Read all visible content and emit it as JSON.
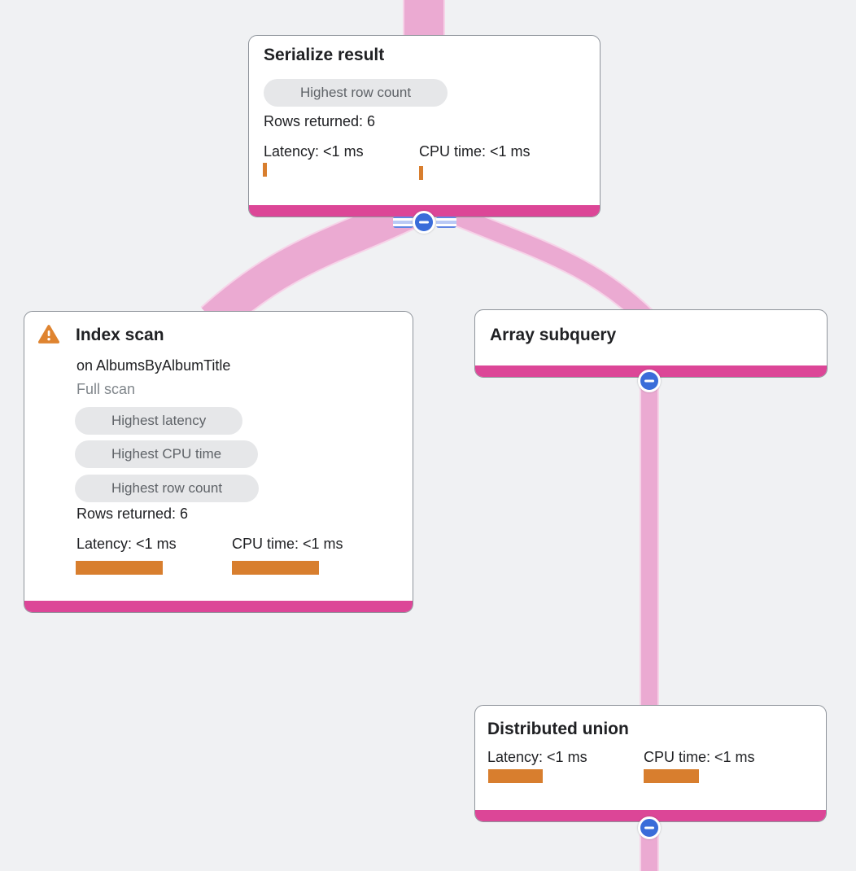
{
  "diagram": {
    "type": "query-execution-plan",
    "colors": {
      "background": "#f0f1f3",
      "node_accent_bar": "#dc4697",
      "edge_ribbon": "#ebaad2",
      "edge_ribbon_edge": "#f6d3e8",
      "metric_bar": "#d87e2e",
      "warning_icon": "#df8430",
      "collapse_button": "#3a6cd9",
      "badge_bg": "#e6e7e9",
      "badge_text": "#5f6368",
      "muted_text": "#80868b",
      "title_text": "#202124"
    },
    "nodes": {
      "serialize_result": {
        "title": "Serialize result",
        "badges": [
          "Highest row count"
        ],
        "rows_returned": "Rows returned: 6",
        "latency_label": "Latency: <1 ms",
        "cpu_label": "CPU time: <1 ms",
        "latency_bar_w": 5,
        "cpu_bar_w": 5
      },
      "index_scan": {
        "title": "Index scan",
        "subtitle": "on AlbumsByAlbumTitle",
        "scan_type": "Full scan",
        "badges": [
          "Highest latency",
          "Highest CPU time",
          "Highest row count"
        ],
        "rows_returned": "Rows returned: 6",
        "latency_label": "Latency: <1 ms",
        "cpu_label": "CPU time: <1 ms",
        "latency_bar_w": 107,
        "cpu_bar_w": 107
      },
      "array_subquery": {
        "title": "Array subquery"
      },
      "distributed_union": {
        "title": "Distributed union",
        "latency_label": "Latency: <1 ms",
        "cpu_label": "CPU time: <1 ms",
        "latency_bar_w": 67,
        "cpu_bar_w": 68
      }
    },
    "edges": [
      {
        "from": "offscreen-top",
        "to": "serialize_result"
      },
      {
        "from": "serialize_result",
        "to": "index_scan"
      },
      {
        "from": "serialize_result",
        "to": "array_subquery"
      },
      {
        "from": "array_subquery",
        "to": "distributed_union"
      },
      {
        "from": "distributed_union",
        "to": "offscreen-bottom"
      }
    ]
  }
}
